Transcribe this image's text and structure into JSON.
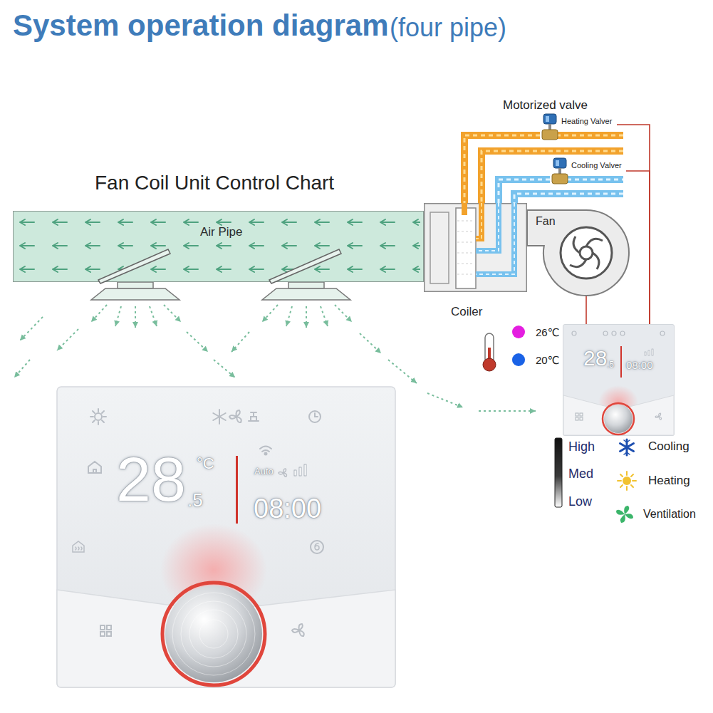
{
  "diagram": {
    "title": "System operation diagram",
    "nodes": [
      {
        "text": [
          "Air Pipe"
        ]
      },
      {
        "text": [
          "Coiler"
        ]
      },
      {
        "text": [
          "Fan"
        ]
      },
      {
        "text": [
          "Heating Valver"
        ]
      },
      {
        "text": [
          "Cooling Valver"
        ]
      },
      {
        "text": [
          "28",
          ".5",
          "08:00"
        ]
      }
    ],
    "edges": [
      {
        "from": 3,
        "to": 1,
        "arrow": "none"
      },
      {
        "from": 4,
        "to": 1,
        "arrow": "none"
      },
      {
        "from": 3,
        "to": 5,
        "arrow": "none"
      },
      {
        "from": 4,
        "to": 5,
        "arrow": "none"
      },
      {
        "from": 5,
        "to": 2,
        "arrow": "none"
      }
    ],
    "labels": [
      "(four pipe)",
      "Motorized valve",
      "Fan Coil Unit Control Chart",
      "28",
      "°C",
      ".5",
      "Auto",
      "08:00",
      "High",
      "Med",
      "Low"
    ],
    "legend": [
      {
        "text": "26℃",
        "color": "#e41ee0"
      },
      {
        "text": "20℃",
        "color": "#1a62e6"
      },
      {
        "text": "Cooling"
      },
      {
        "text": "Heating"
      },
      {
        "text": "Ventilation"
      }
    ]
  }
}
